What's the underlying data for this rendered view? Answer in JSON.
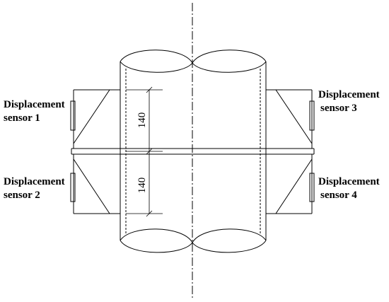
{
  "diagram": {
    "sensors": [
      {
        "line1": "Displacement",
        "line2": "sensor 1"
      },
      {
        "line1": "Displacement",
        "line2": "sensor 2"
      },
      {
        "line1": "Displacement",
        "line2": "sensor 3"
      },
      {
        "line1": "Displacement",
        "line2": "sensor 4"
      }
    ],
    "dimensions": {
      "upper": "140",
      "lower": "140"
    }
  }
}
